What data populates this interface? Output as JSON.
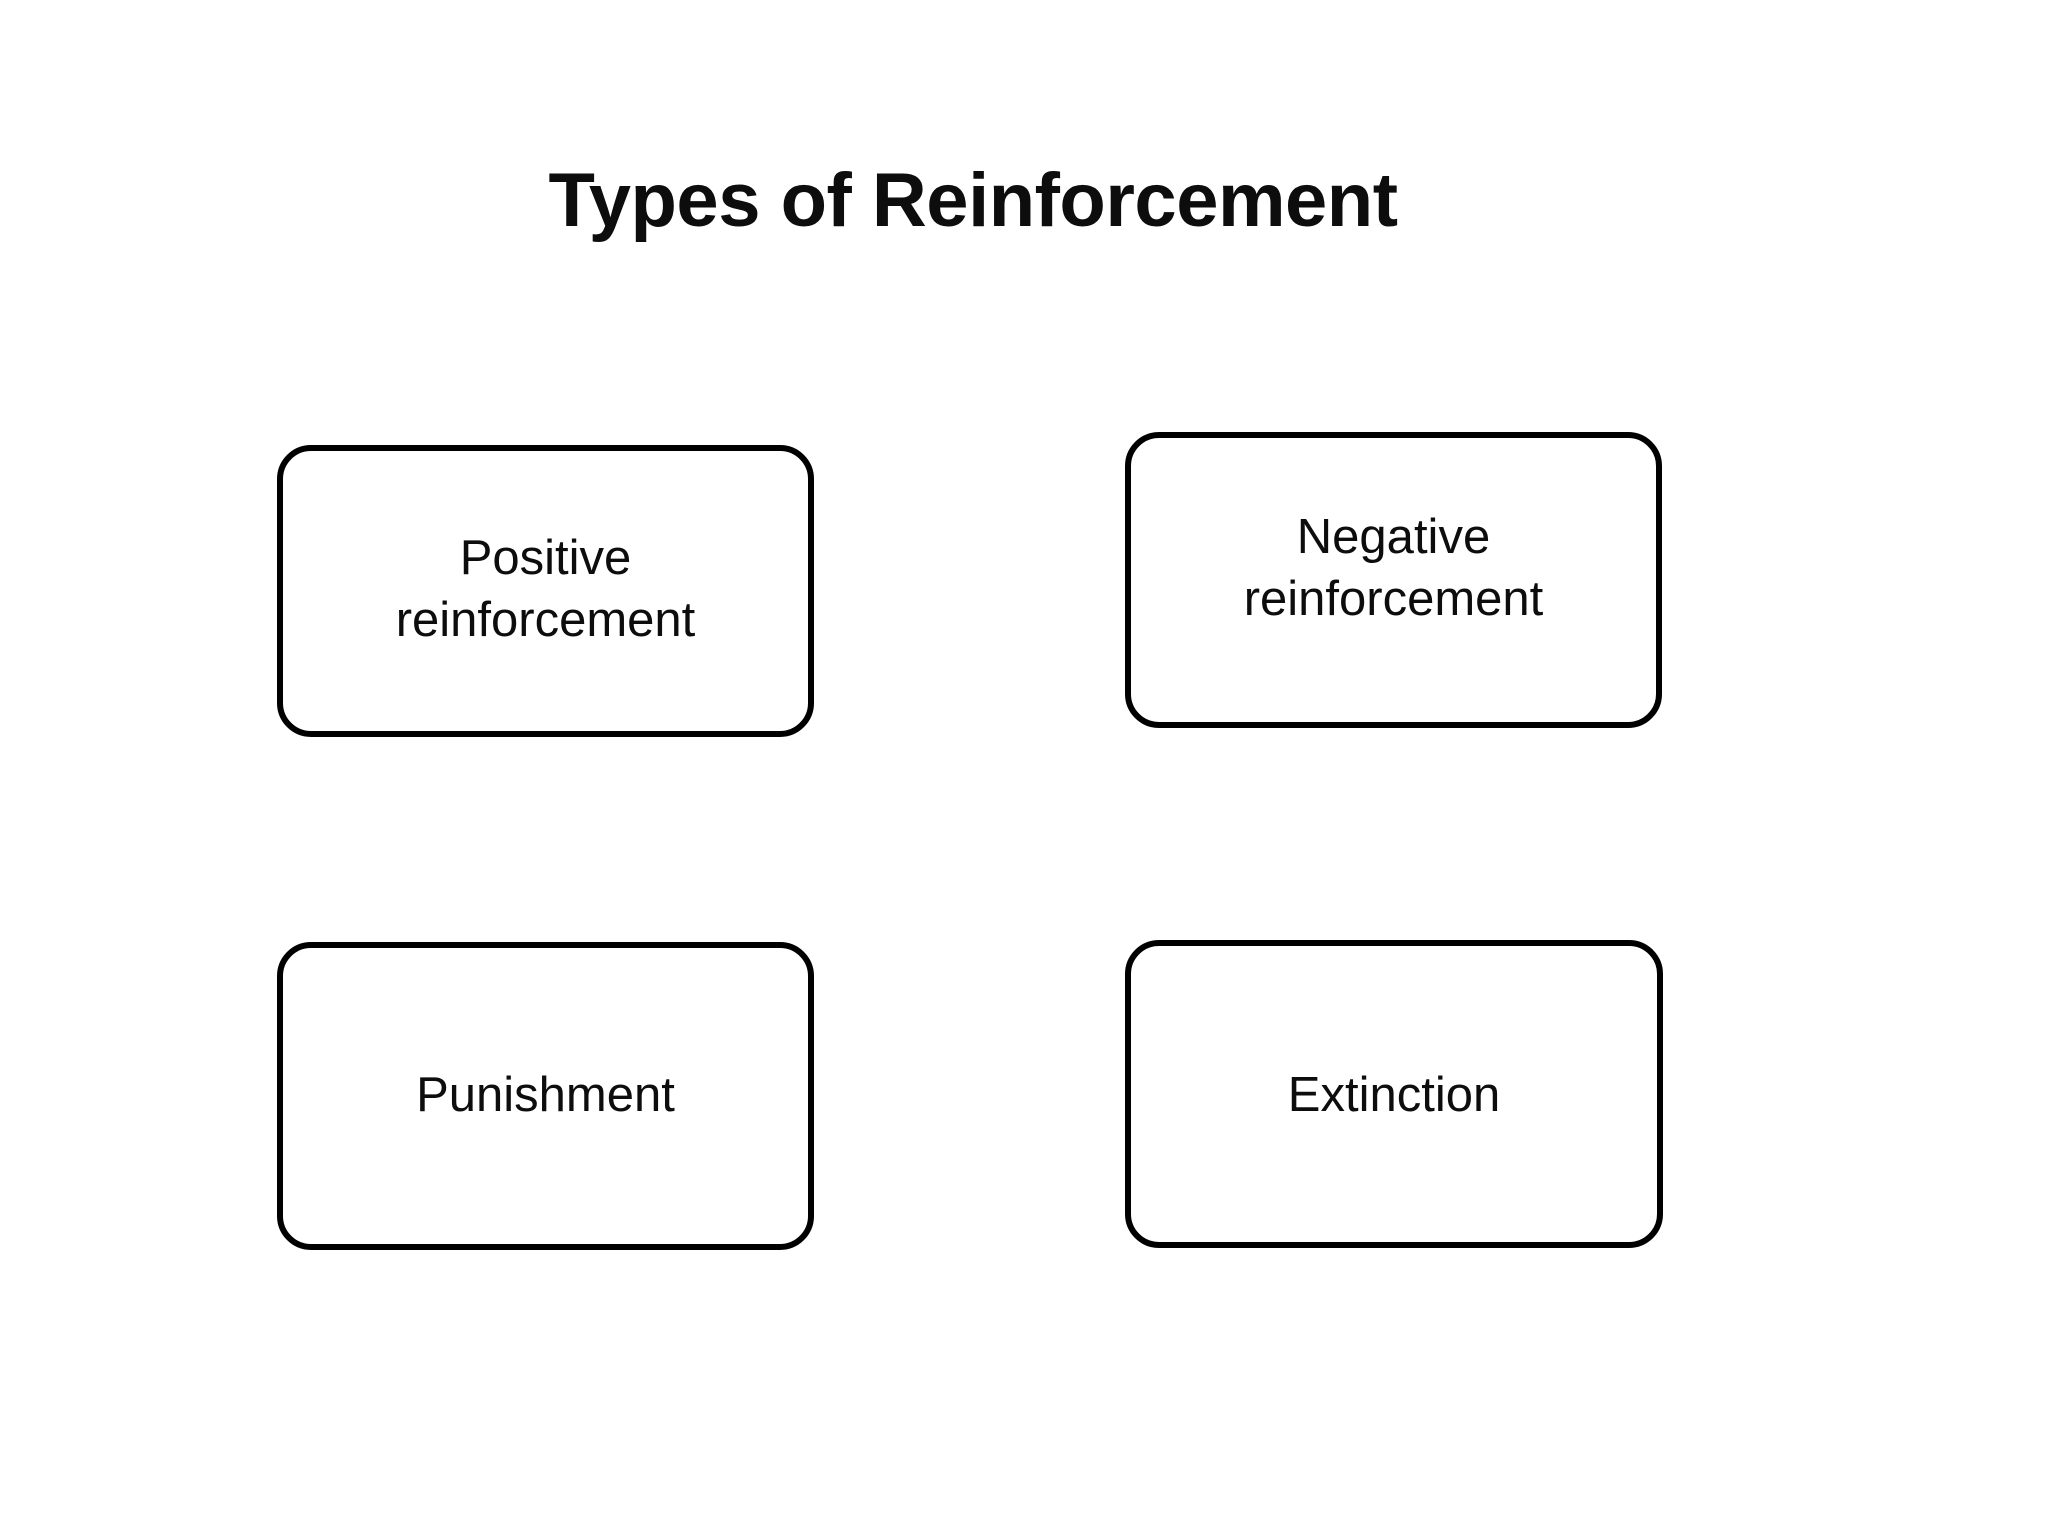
{
  "slide": {
    "title": "Types of Reinforcement",
    "background_color": "#ffffff",
    "text_color": "#0d0d0d",
    "border_color": "#000000"
  },
  "diagram": {
    "type": "concept-boxes",
    "layout": "2x2-grid",
    "boxes": [
      {
        "id": "positive-reinforcement",
        "label": "Positive\nreinforcement",
        "row": 1,
        "column": 1
      },
      {
        "id": "negative-reinforcement",
        "label": "Negative\nreinforcement",
        "row": 1,
        "column": 2
      },
      {
        "id": "punishment",
        "label": "Punishment",
        "row": 2,
        "column": 1
      },
      {
        "id": "extinction",
        "label": "Extinction",
        "row": 2,
        "column": 2
      }
    ]
  }
}
